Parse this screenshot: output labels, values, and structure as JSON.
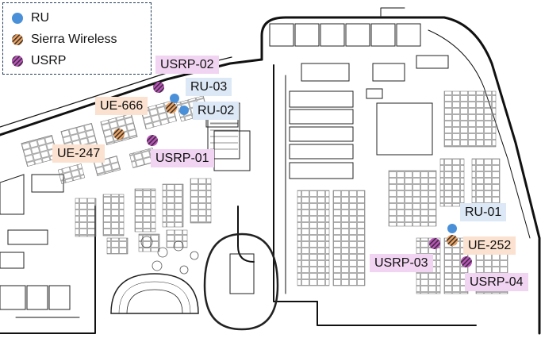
{
  "legend": {
    "items": [
      {
        "label": "RU",
        "icon": "ru-dot"
      },
      {
        "label": "Sierra Wireless",
        "icon": "ue-striped-dot"
      },
      {
        "label": "USRP",
        "icon": "usrp-striped-dot"
      }
    ]
  },
  "colors": {
    "ru": "#4a90d9",
    "ue_base": "#f2a35e",
    "ue_stripe": "#333333",
    "usrp_base": "#c24fc2",
    "usrp_stripe": "#333333",
    "ru_label_bg": "#dce8f5",
    "ue_label_bg": "#fbe1cf",
    "usrp_label_bg": "#f1d4f1"
  },
  "devices": {
    "usrp_02": "USRP-02",
    "ru_03": "RU-03",
    "ue_666": "UE-666",
    "ru_02": "RU-02",
    "ue_247": "UE-247",
    "usrp_01": "USRP-01",
    "ru_01": "RU-01",
    "ue_252": "UE-252",
    "usrp_03": "USRP-03",
    "usrp_04": "USRP-04"
  }
}
